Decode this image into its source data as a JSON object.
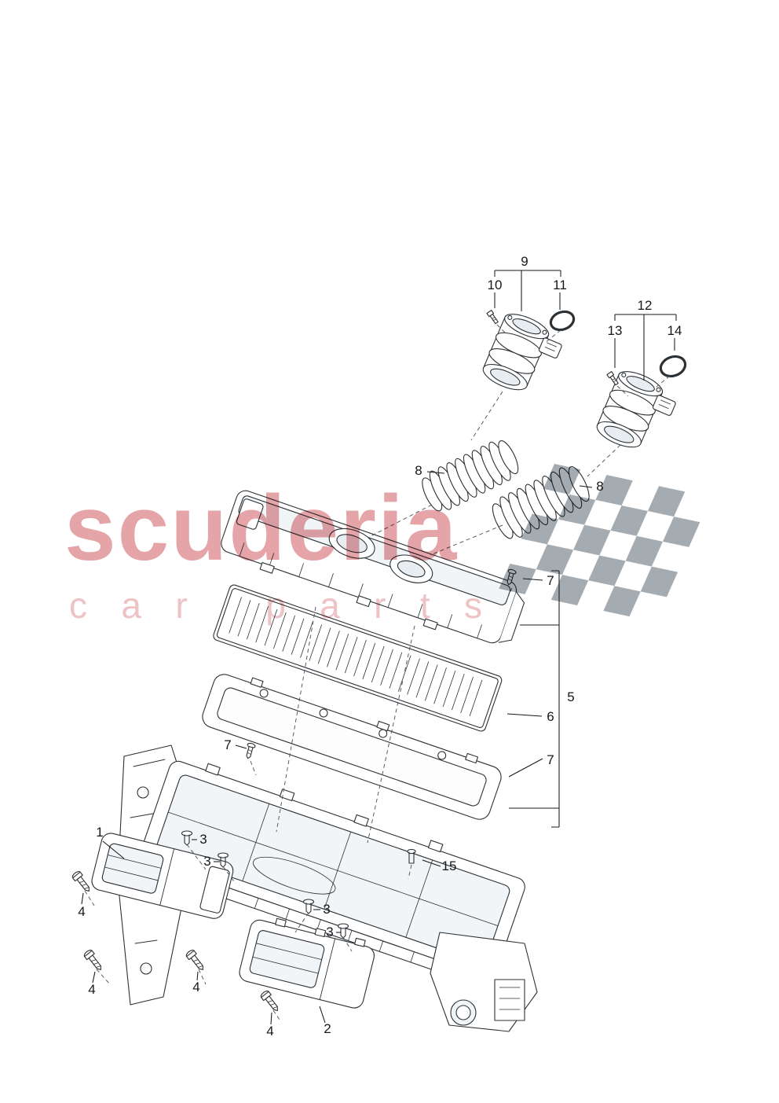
{
  "watermark": {
    "line1": "scuderia",
    "line2": "car parts",
    "color": "#e5a4a8",
    "color2": "#eec3c5",
    "checker_color": "#8f979e"
  },
  "callouts": {
    "n1": "1",
    "n2": "2",
    "n3": "3",
    "n4": "4",
    "n5": "5",
    "n6": "6",
    "n7": "7",
    "n8": "8",
    "n9": "9",
    "n10": "10",
    "n11": "11",
    "n12": "12",
    "n13": "13",
    "n14": "14",
    "n15": "15"
  }
}
